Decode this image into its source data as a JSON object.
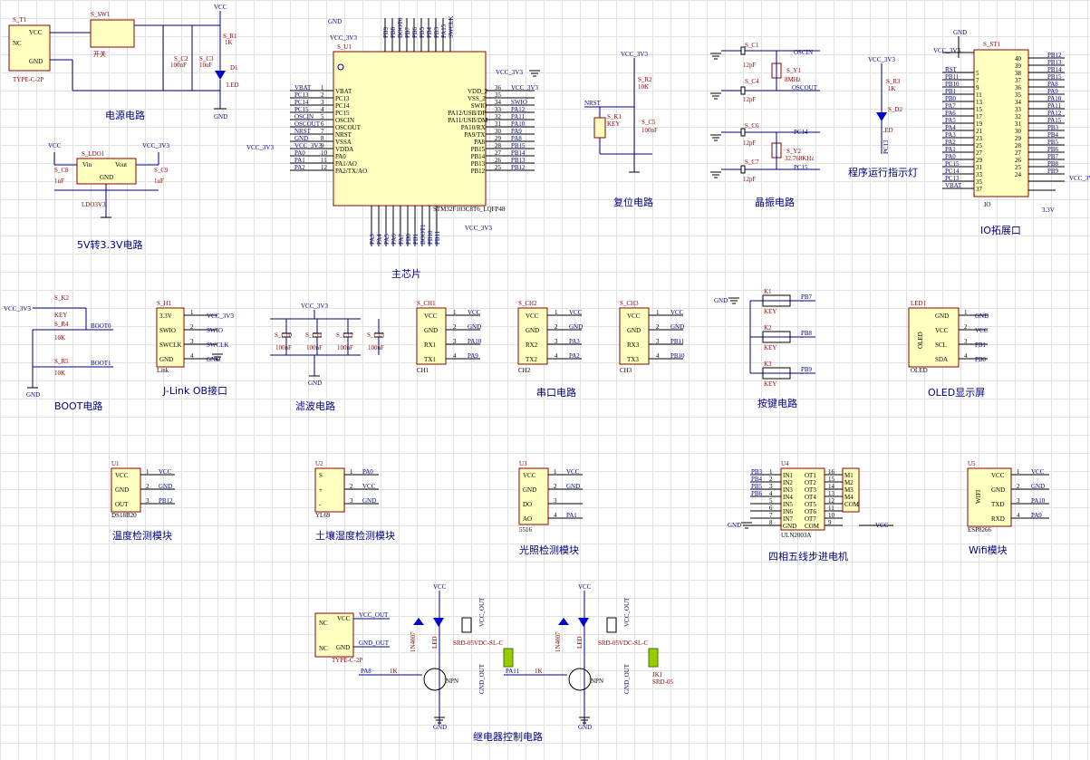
{
  "sections": {
    "power": {
      "title": "电源电路",
      "typec": "S_T1",
      "typec_part": "TYPE-C-2P",
      "sw": "S_SW1",
      "sw_label": "开关",
      "c2": "S_C2",
      "c2v": "100nF",
      "c3": "S_C3",
      "c3v": "10uF",
      "r1": "S_R1",
      "r1v": "1K",
      "d1": "D1",
      "d1v": "LED",
      "vcc": "VCC",
      "gnd": "GND",
      "nc": "NC",
      "pin_vcc": "VCC",
      "pin_gnd": "GND"
    },
    "ldo": {
      "title": "5V转3.3V电路",
      "ref": "S_LDO1",
      "part": "LDO3V3",
      "vin": "Vin",
      "vout": "Vout",
      "gnd": "GND",
      "c8": "S_C8",
      "c8v": "1uF",
      "c9": "S_C9",
      "c9v": "1uF",
      "vcc": "VCC",
      "vcc33": "VCC_3V3"
    },
    "mcu": {
      "title": "主芯片",
      "ref": "S_U1",
      "part": "STM32F103C8T6_LQFP48",
      "vcc33": "VCC_3V3",
      "gnd": "GND",
      "left_pins": [
        "VBAT",
        "PC13",
        "PC14",
        "PC15",
        "OSCIN",
        "OSCOUT",
        "NRST",
        "VSSA",
        "VDDA",
        "PA0",
        "PA1/AO",
        "PA2/TX/AO"
      ],
      "left_nets": [
        "VBAT",
        "PC13",
        "PC14",
        "PC15",
        "OSCIN",
        "OSCOUT",
        "NRST",
        "GND",
        "VCC_3V3",
        "PA0",
        "PA1",
        "PA2"
      ],
      "left_nums": [
        "1",
        "2",
        "3",
        "4",
        "5",
        "6",
        "7",
        "8",
        "9",
        "10",
        "11",
        "12"
      ],
      "right_pins": [
        "VDD_2",
        "VSS_2",
        "SWIO",
        "PA12/USB/DP",
        "PA11/USB/DM",
        "PA10/RX",
        "PA9/TX",
        "PA8",
        "PB15",
        "PB14",
        "PB13",
        "PB12"
      ],
      "right_nets": [
        "VCC_3V3",
        "",
        "SWIO",
        "PA12",
        "PA11",
        "PA10",
        "PA9",
        "PA8",
        "PB15",
        "PB14",
        "PB13",
        "PB12"
      ],
      "right_nums": [
        "36",
        "35",
        "34",
        "33",
        "32",
        "31",
        "30",
        "29",
        "28",
        "27",
        "26",
        "25"
      ],
      "top_nets": [
        "PB9",
        "PB8",
        "BOOT0",
        "PB7",
        "PB6",
        "PB5",
        "PB4",
        "PB3",
        "PA15",
        "SWCLK"
      ],
      "bottom_nets": [
        "PA3",
        "PA4",
        "PA5",
        "PA6",
        "PA7",
        "PB0",
        "PB1",
        "BOOT1",
        "PB10",
        "PB11"
      ]
    },
    "reset": {
      "title": "复位电路",
      "vcc33": "VCC_3V3",
      "r2": "S_R2",
      "r2v": "10K",
      "k1": "S_K1",
      "k1v": "KEY",
      "c5": "S_C5",
      "c5v": "100nF",
      "nrst": "NRST"
    },
    "crystal": {
      "title": "晶振电路",
      "c1": "S_C1",
      "c4": "S_C4",
      "c6": "S_C6",
      "c7": "S_C7",
      "cv": "12pF",
      "y1": "S_Y1",
      "y1v": "8MHz",
      "y2": "S_Y2",
      "y2v": "32.768KHz",
      "oscin": "OSCIN",
      "oscout": "OSCOUT",
      "pc14": "PC14",
      "pc15": "PC15",
      "gnd": "GND"
    },
    "runled": {
      "title": "程序运行指示灯",
      "vcc33": "VCC_3V3",
      "r3": "S_R3",
      "r3v": "1K",
      "d2": "S_D2",
      "d2v": "LED",
      "net": "PC13"
    },
    "io": {
      "title": "IO拓展口",
      "ref": "S_ST1",
      "part": "IO",
      "vcc33": "VCC_3V3",
      "gnd": "GND",
      "v33": "3.3V",
      "left_nets": [
        "RST",
        "PB11",
        "PB10",
        "PB1",
        "PB0",
        "PA7",
        "PA6",
        "PA5",
        "PA4",
        "PA3",
        "PA2",
        "PA1",
        "PA0",
        "PC15",
        "PC14",
        "PC13",
        "VBAT"
      ],
      "right_nets": [
        "PB12",
        "PB13",
        "PB14",
        "PB15",
        "PA8",
        "PA9",
        "PA10",
        "PA11",
        "PA12",
        "PA15",
        "PB3",
        "PB4",
        "PB5",
        "PB6",
        "PB7",
        "PB8",
        "PB9"
      ]
    },
    "boot": {
      "title": "BOOT电路",
      "k2": "S_K2",
      "k2v": "KEY",
      "r4": "S_R4",
      "r5": "S_R5",
      "rv": "10K",
      "boot0": "BOOT0",
      "boot1": "BOOT1",
      "vcc33": "VCC_3V3",
      "gnd": "GND"
    },
    "jlink": {
      "title": "J-Link OB接口",
      "ref": "S_H1",
      "part": "Link",
      "pins": [
        "3.3V",
        "SWIO",
        "SWCLK",
        "GND"
      ],
      "nets": [
        "VCC_3V3",
        "SWIO",
        "SWCLK",
        "GND"
      ],
      "nums": [
        "1",
        "2",
        "3",
        "4"
      ]
    },
    "filter": {
      "title": "滤波电路",
      "vcc33": "VCC_3V3",
      "caps": [
        "S_C10",
        "S_C11",
        "S_C12",
        "S_C13"
      ],
      "cv": "100nF",
      "gnd": "GND"
    },
    "uart": {
      "title": "串口电路",
      "units": [
        {
          "ref": "S_CH1",
          "part": "CH1",
          "rx": "PA10",
          "tx": "PA9"
        },
        {
          "ref": "S_CH2",
          "part": "CH2",
          "rx": "PA3",
          "tx": "PA2"
        },
        {
          "ref": "S_CH3",
          "part": "CH3",
          "rx": "PB11",
          "tx": "PB10"
        }
      ],
      "pins1": [
        "VCC",
        "GND",
        "RX1",
        "TX1"
      ],
      "pins2": [
        "VCC",
        "GND",
        "RX2",
        "TX2"
      ],
      "pins3": [
        "VCC",
        "GND",
        "RX3",
        "TX3"
      ],
      "vcc": "VCC",
      "gnd": "GND"
    },
    "keys": {
      "title": "按键电路",
      "gnd": "GND",
      "k": [
        "K1",
        "K2",
        "K3"
      ],
      "kv": "KEY",
      "nets": [
        "PB7",
        "PB8",
        "PB9"
      ]
    },
    "oled": {
      "title": "OLED显示屏",
      "ref": "LED1",
      "part": "OLED",
      "pins": [
        "GND",
        "VCC",
        "SCL",
        "SDA"
      ],
      "nets": [
        "GND",
        "VCC",
        "PB1",
        "PB0"
      ]
    },
    "temp": {
      "title": "温度检测模块",
      "ref": "U1",
      "part": "DS18B20",
      "pins": [
        "VCC",
        "GND",
        "OUT"
      ],
      "nets": [
        "VCC",
        "GND",
        "PB12"
      ]
    },
    "soil": {
      "title": "土壤湿度检测模块",
      "ref": "U2",
      "part": "YL69",
      "pins": [
        "S",
        "+",
        "-"
      ],
      "nets": [
        "PA0",
        "VCC",
        "GND"
      ]
    },
    "light": {
      "title": "光照检测模块",
      "ref": "U3",
      "part": "5516",
      "pins": [
        "VCC",
        "GND",
        "DO",
        "AO"
      ],
      "nets": [
        "VCC",
        "GND",
        "",
        "PA1"
      ]
    },
    "stepper": {
      "title": "四相五线步进电机",
      "ref": "U4",
      "part": "ULN2003A",
      "in": [
        "IN1",
        "IN2",
        "IN3",
        "IN4",
        "IN5",
        "IN6",
        "IN7",
        "GND"
      ],
      "out": [
        "OT1",
        "OT2",
        "OT3",
        "OT4",
        "OT5",
        "OT6",
        "OT7",
        "COM"
      ],
      "nets": [
        "PB3",
        "PB4",
        "PB5",
        "PB6"
      ],
      "motor": [
        "M1",
        "M2",
        "M3",
        "M4",
        "COM"
      ],
      "vcc": "VCC",
      "gnd": "GND"
    },
    "wifi": {
      "title": "Wifi模块",
      "ref": "U5",
      "part": "ESP8266",
      "label": "WIFI",
      "pins": [
        "VCC",
        "GND",
        "TXD",
        "RXD"
      ],
      "nets": [
        "VCC",
        "GND",
        "PA10",
        "PA9"
      ]
    },
    "relay": {
      "title": "继电器控制电路",
      "typec_pins": [
        "VCC",
        "GND"
      ],
      "typec_part": "TYPE-C-2P",
      "nc": "NC",
      "vcc_out": "VCC_OUT",
      "gnd_out": "GND_OUT",
      "vcc": "VCC",
      "gnd": "GND",
      "npn": "NPN",
      "r": "1K",
      "led": "LED",
      "relay": "SRD-05VDC-SL-C",
      "jk": "JK1",
      "jkv": "SRD-05",
      "n1": "PA8",
      "n2": "PA11",
      "diode": "1N4007"
    }
  }
}
